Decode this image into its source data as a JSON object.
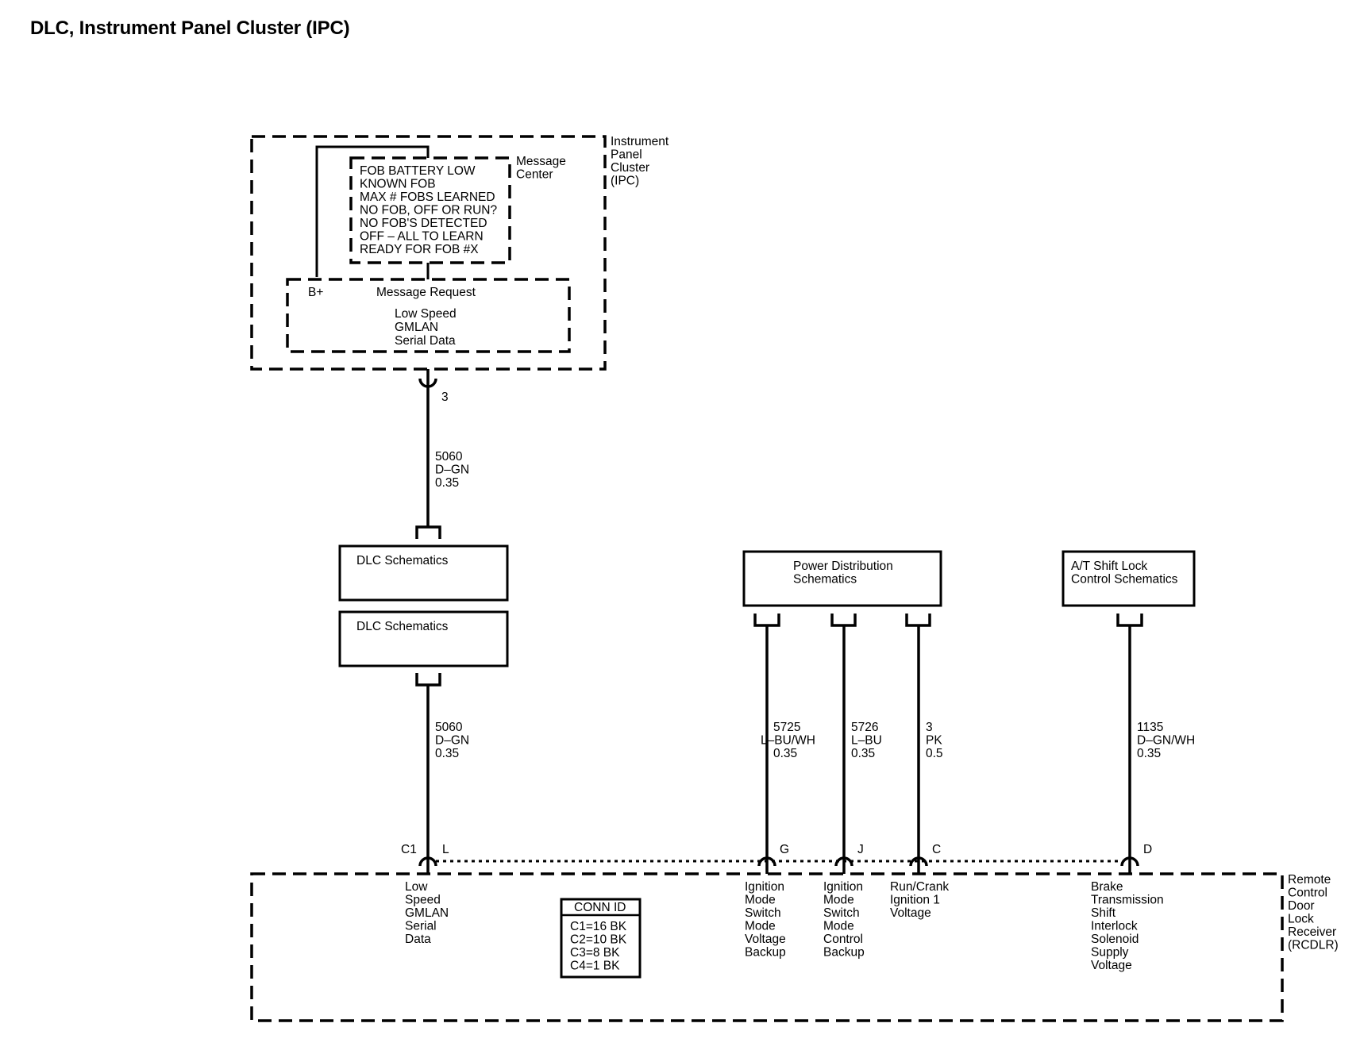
{
  "title": "DLC, Instrument Panel Cluster (IPC)",
  "ipc": {
    "name_lines": [
      "Instrument",
      "Panel",
      "Cluster",
      "(IPC)"
    ],
    "message_center_label": [
      "Message",
      "Center"
    ],
    "messages": [
      "FOB BATTERY LOW",
      "KNOWN FOB",
      "MAX # FOBS LEARNED",
      "NO FOB, OFF OR RUN?",
      "NO FOB'S DETECTED",
      "OFF – ALL TO LEARN",
      "READY FOR FOB #X"
    ],
    "b_plus": "B+",
    "message_request": "Message Request",
    "gmlan_lines": [
      "Low Speed",
      "GMLAN",
      "Serial Data"
    ],
    "pin": "3"
  },
  "wire_upper": {
    "circuit": "5060",
    "color": "D–GN",
    "size": "0.35"
  },
  "dlc_boxes": [
    "DLC Schematics",
    "DLC Schematics"
  ],
  "power_box": [
    "Power Distribution",
    "Schematics"
  ],
  "shift_box": [
    "A/T Shift Lock",
    "Control Schematics"
  ],
  "wires_lower": [
    {
      "circuit": "5060",
      "color": "D–GN",
      "size": "0.35"
    },
    {
      "circuit": "5725",
      "color": "L–BU/WH",
      "size": "0.35"
    },
    {
      "circuit": "5726",
      "color": "L–BU",
      "size": "0.35"
    },
    {
      "circuit": "3",
      "color": "PK",
      "size": "0.5"
    },
    {
      "circuit": "1135",
      "color": "D–GN/WH",
      "size": "0.35"
    }
  ],
  "rcdlr": {
    "connector": "C1",
    "pins": [
      "L",
      "G",
      "J",
      "C",
      "D"
    ],
    "functions": [
      [
        "Low",
        "Speed",
        "GMLAN",
        "Serial",
        "Data"
      ],
      [
        "Ignition",
        "Mode",
        "Switch",
        "Mode",
        "Voltage",
        "Backup"
      ],
      [
        "Ignition",
        "Mode",
        "Switch",
        "Mode",
        "Control",
        "Backup"
      ],
      [
        "Run/Crank",
        "Ignition 1",
        "Voltage"
      ],
      [
        "Brake",
        "Transmission",
        "Shift",
        "Interlock",
        "Solenoid",
        "Supply",
        "Voltage"
      ]
    ],
    "name_lines": [
      "Remote",
      "Control",
      "Door",
      "Lock",
      "Receiver",
      "(RCDLR)"
    ],
    "conn_id": {
      "header": "CONN ID",
      "rows": [
        "C1=16 BK",
        "C2=10 BK",
        "C3=8 BK",
        "C4=1 BK"
      ]
    }
  }
}
